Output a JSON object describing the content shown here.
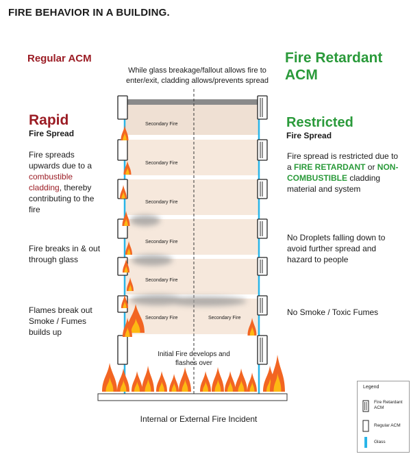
{
  "title": "FIRE BEHAVIOR IN A BUILDING.",
  "left": {
    "heading": "Regular ACM",
    "subheading": "Rapid",
    "subheading2": "Fire Spread",
    "desc1": {
      "pre": "Fire spreads upwards due to a ",
      "highlight": "combustible cladding",
      "post": ", thereby contributing to the fire"
    },
    "desc2": "Fire breaks in & out through glass",
    "desc3": "Flames break out Smoke / Fumes builds up"
  },
  "right": {
    "heading": "Fire Retardant ACM",
    "subheading": "Restricted",
    "subheading2": "Fire Spread",
    "desc1": {
      "pre": "Fire spread is restricted due to a ",
      "highlight1": "FIRE RETARDANT",
      "mid": " or ",
      "highlight2": "NON-COMBUSTIBLE",
      "post": " cladding material and system"
    },
    "desc2": "No Droplets falling down to avoid further spread and hazard to people",
    "desc3": "No Smoke / Toxic Fumes"
  },
  "center": {
    "header_note": "While glass breakage/fallout allows fire to enter/exit, cladding allows/prevents spread",
    "secondary_fire_label": "Secondary Fire",
    "initial_fire_label": "Initial Fire develops and flashes over",
    "incident_label": "Internal or External Fire Incident"
  },
  "legend": {
    "title": "Legend",
    "items": [
      {
        "label": "Fire Retardant ACM"
      },
      {
        "label": "Regular ACM"
      },
      {
        "label": "Glass"
      }
    ]
  },
  "colors": {
    "regular_acm_red": "#9b1c24",
    "fire_retardant_green": "#2a9a3a",
    "glass_blue": "#29b5e8",
    "floor_fill": "#f6e8dc",
    "flame_orange": "#f26522",
    "flame_yellow": "#fdb913"
  }
}
